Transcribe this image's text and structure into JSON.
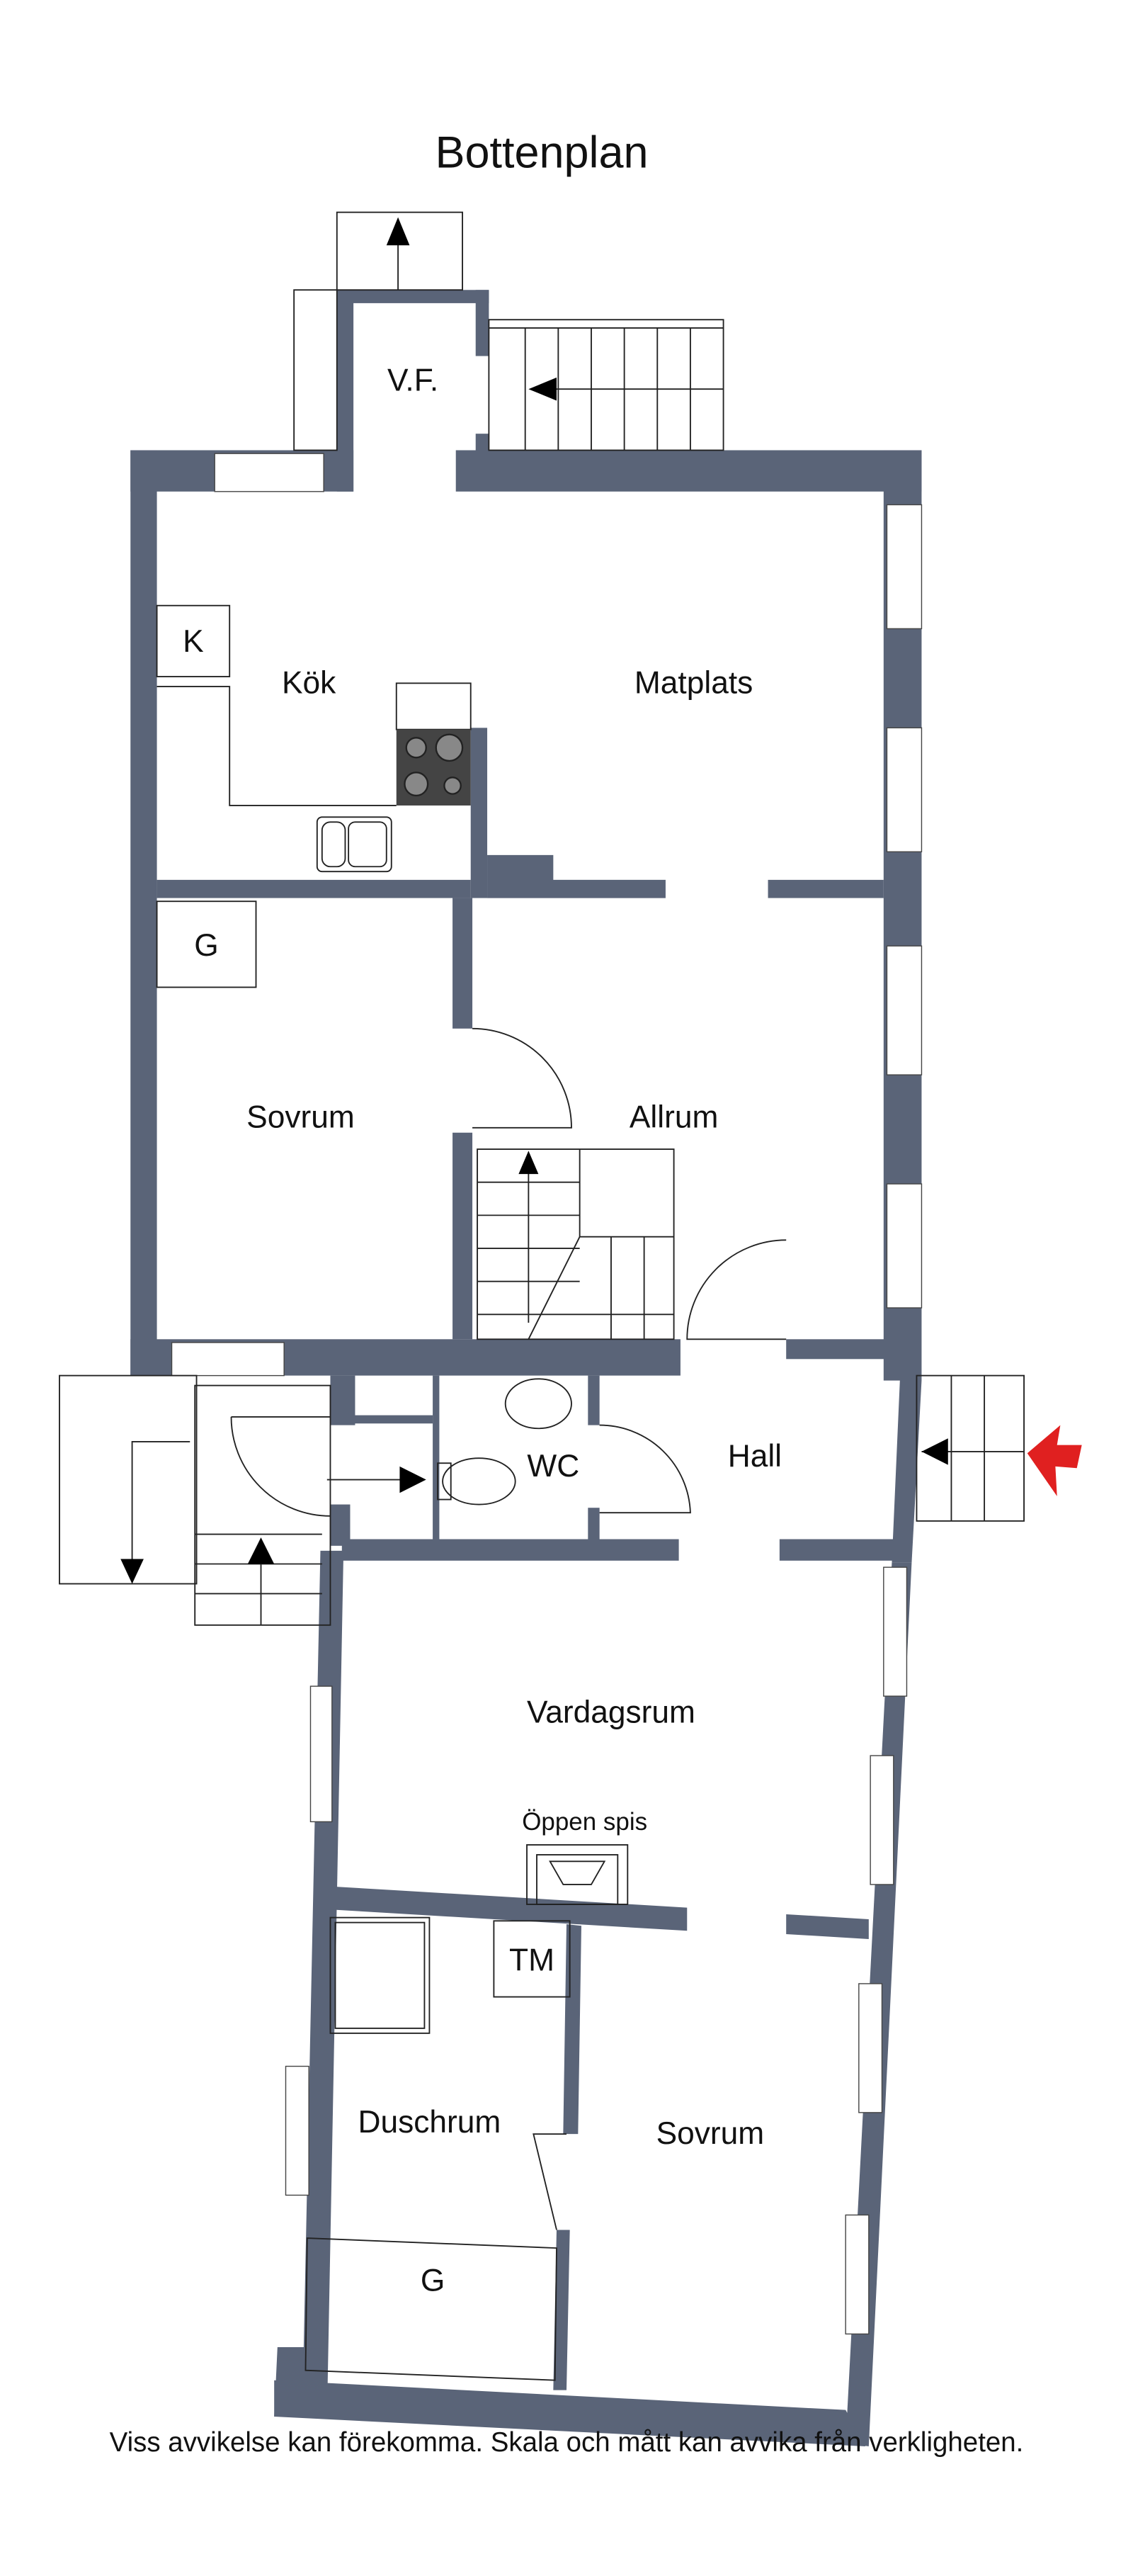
{
  "title": "Bottenplan",
  "rooms": {
    "vf": "V.F.",
    "kok": "Kök",
    "matplats": "Matplats",
    "k": "K",
    "g_upper": "G",
    "sovrum_upper": "Sovrum",
    "allrum": "Allrum",
    "wc": "WC",
    "hall": "Hall",
    "vardagsrum": "Vardagsrum",
    "oppen_spis": "Öppen spis",
    "tm": "TM",
    "duschrum": "Duschrum",
    "sovrum_lower": "Sovrum",
    "g_lower": "G"
  },
  "disclaimer": "Viss avvikelse kan förekomma. Skala och mått kan avvika från verkligheten.",
  "colors": {
    "wall": "#5a6478",
    "entrance_arrow": "#e02020"
  }
}
